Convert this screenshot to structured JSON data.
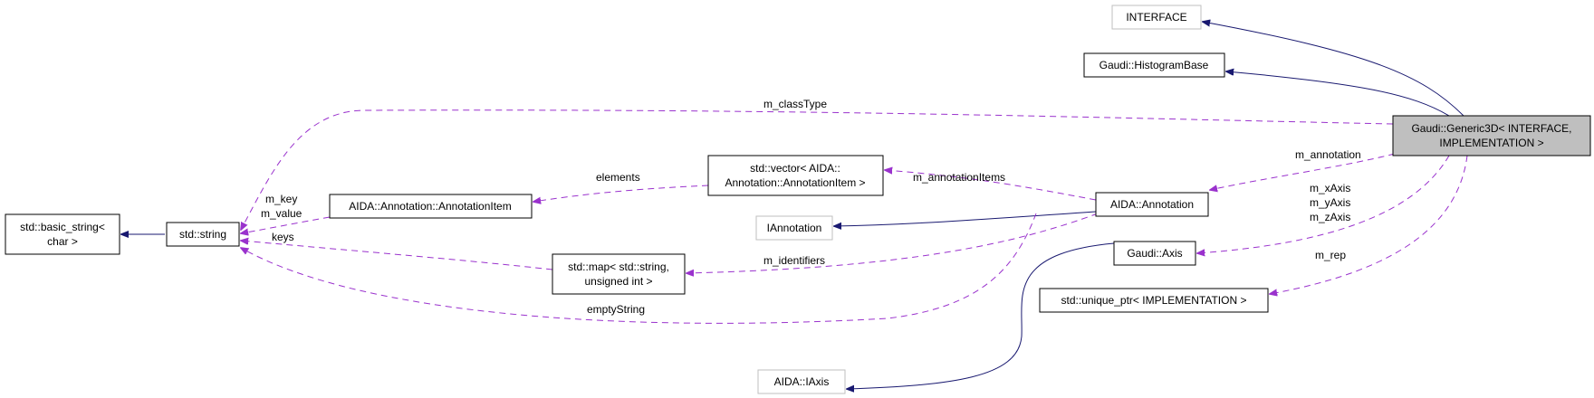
{
  "colors": {
    "inheritance_edge": "#191970",
    "usage_edge": "#9a32cd",
    "focus_fill": "#bfbfbf",
    "external_border": "#bfbfbf"
  },
  "nodes": {
    "interface": {
      "lines": [
        "INTERFACE"
      ]
    },
    "histogram_base": {
      "lines": [
        "Gaudi::HistogramBase"
      ]
    },
    "generic3d": {
      "lines": [
        "Gaudi::Generic3D< INTERFACE,",
        "IMPLEMENTATION >"
      ]
    },
    "basic_string": {
      "lines": [
        "std::basic_string<",
        "char >"
      ]
    },
    "std_string": {
      "lines": [
        "std::string"
      ]
    },
    "annotation_item": {
      "lines": [
        "AIDA::Annotation::AnnotationItem"
      ]
    },
    "vector_annotation_item": {
      "lines": [
        "std::vector< AIDA::",
        "Annotation::AnnotationItem >"
      ]
    },
    "iannotation": {
      "lines": [
        "IAnnotation"
      ]
    },
    "aida_annotation": {
      "lines": [
        "AIDA::Annotation"
      ]
    },
    "map_string_uint": {
      "lines": [
        "std::map< std::string,",
        "unsigned int >"
      ]
    },
    "gaudi_axis": {
      "lines": [
        "Gaudi::Axis"
      ]
    },
    "unique_ptr": {
      "lines": [
        "std::unique_ptr< IMPLEMENTATION >"
      ]
    },
    "aida_iaxis": {
      "lines": [
        "AIDA::IAxis"
      ]
    }
  },
  "edge_labels": {
    "m_classType": [
      "m_classType"
    ],
    "elements": [
      "elements"
    ],
    "m_annotationItems": [
      "m_annotationItems"
    ],
    "m_annotation": [
      "m_annotation"
    ],
    "m_key_value": [
      "m_key",
      "m_value"
    ],
    "keys": [
      "keys"
    ],
    "axes": [
      "m_xAxis",
      "m_yAxis",
      "m_zAxis"
    ],
    "m_identifiers": [
      "m_identifiers"
    ],
    "m_rep": [
      "m_rep"
    ],
    "emptyString": [
      "emptyString"
    ]
  }
}
